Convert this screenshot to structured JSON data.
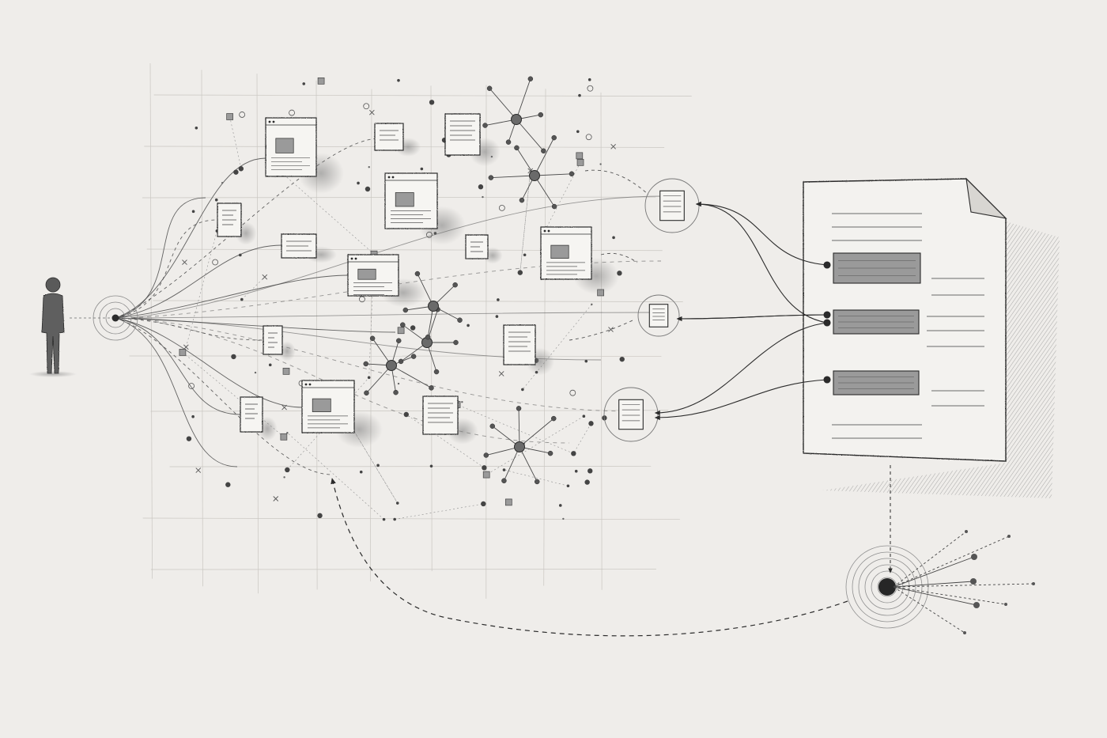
{
  "palette": {
    "paper": "#efedea",
    "ink": "#2b2b2b",
    "ink_soft": "#6f6f6f",
    "ink_faint": "#b9b7b3",
    "shade": "#8c8c8c",
    "bar_fill": "#9a9a9a",
    "card_fill": "#f6f5f2"
  },
  "icons": {
    "person": "person-figure-icon",
    "source_node": "radiating-node-icon",
    "web_page": "web-page-thumbnail-icon",
    "snippet": "snippet-card-icon",
    "document": "document-page-icon",
    "graph_node": "graph-node-icon",
    "output_node": "radiating-output-node-icon"
  },
  "document": {
    "highlighted_passages": 3,
    "plain_text_lines": 12
  },
  "selected_sources": 3
}
